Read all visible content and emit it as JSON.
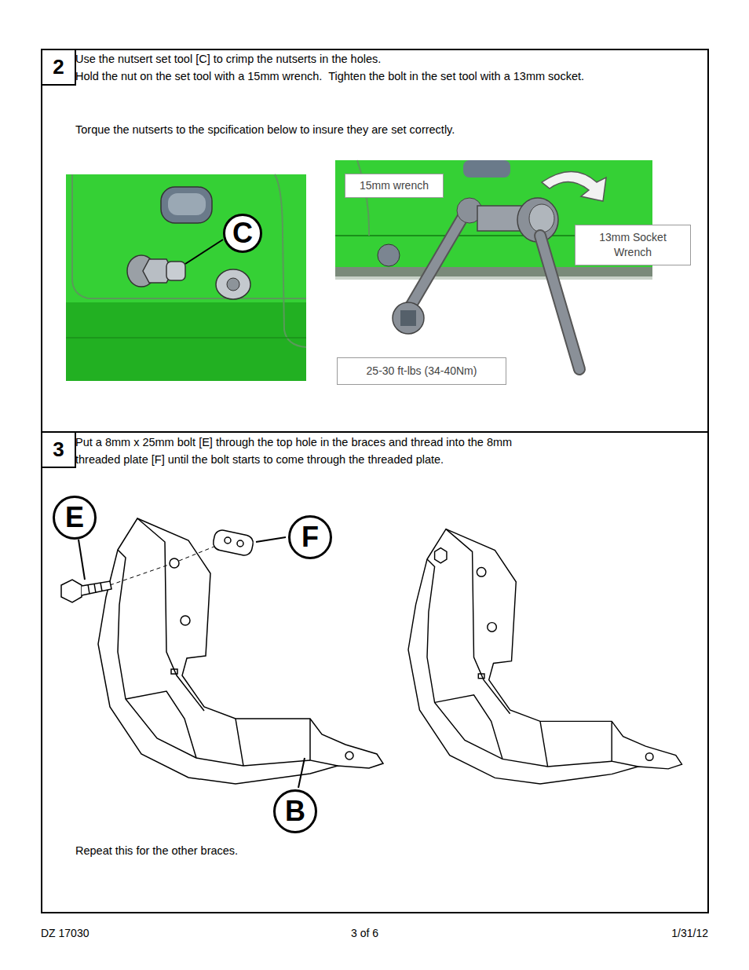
{
  "diagram": {
    "nodes": [
      {
        "text": [
          "Use the nutsert set tool [C] to crimp the nutserts in the holes.",
          "Hold the nut on the set tool with a 15mm wrench.  Tighten the bolt in the set tool with a 13mm socket.",
          "Torque the nutserts to the spcification below to insure they are set correctly."
        ]
      },
      {
        "text": [
          "2"
        ],
        "in": 0
      },
      {
        "text": [
          "C"
        ],
        "in": 0
      },
      {
        "text": [
          "15mm wrench"
        ],
        "in": 0
      },
      {
        "text": [
          "13mm Socket Wrench"
        ],
        "in": 0
      },
      {
        "text": [
          "25-30 ft-lbs (34-40Nm)"
        ],
        "in": 0
      },
      {
        "text": [
          "Put a 8mm x 25mm bolt [E] through the top hole in the braces and thread into the 8mm threaded plate [F] until the bolt starts to come through the threaded plate.",
          "Repeat this for the other braces."
        ]
      },
      {
        "text": [
          "3"
        ],
        "in": 6
      },
      {
        "text": [
          "E"
        ],
        "in": 6
      },
      {
        "text": [
          "F"
        ],
        "in": 6
      },
      {
        "text": [
          "B"
        ],
        "in": 6
      }
    ],
    "labels": [
      "DZ 17030",
      "3 of 6",
      "1/31/12"
    ]
  }
}
